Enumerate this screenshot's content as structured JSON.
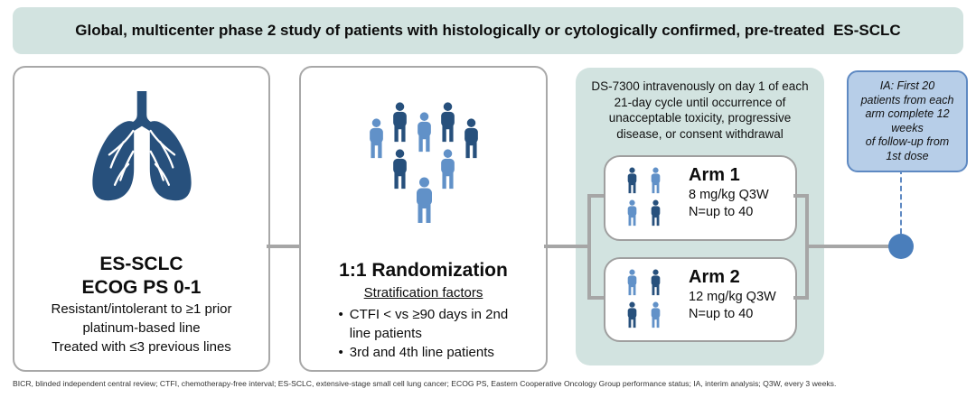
{
  "colors": {
    "teal_bg": "#d2e3e0",
    "dark_blue": "#27507c",
    "light_blue": "#6191c8",
    "ia_fill": "#b7cee8",
    "ia_border": "#5e89c2",
    "circle": "#4a7ebb",
    "connector_gray": "#a6a6a6"
  },
  "header": {
    "title": "Global, multicenter phase 2 study of patients with histologically or cytologically confirmed, pre-treated  ES-SCLC"
  },
  "patient_box": {
    "icon": "lungs-icon",
    "title_line1": "ES-SCLC",
    "title_line2": "ECOG PS 0-1",
    "body_lines": {
      "0": "Resistant/intolerant to ≥1 prior",
      "1": "platinum-based line",
      "2": "Treated with ≤3 previous lines"
    }
  },
  "randomization_box": {
    "icon": "people-group-icon",
    "title": "1:1 Randomization",
    "subtitle": "Stratification factors",
    "bullets": {
      "0": "CTFI < vs ≥90 days in 2nd line patients",
      "1": "3rd and 4th line patients"
    }
  },
  "treatment_panel": {
    "description_lines": {
      "0": "DS-7300 intravenously on day 1 of each",
      "1": "21-day cycle until occurrence of",
      "2": "unacceptable toxicity, progressive",
      "3": "disease, or consent withdrawal"
    },
    "arms": {
      "0": {
        "name": "Arm 1",
        "dose": "8 mg/kg Q3W",
        "n": "N=up to 40"
      },
      "1": {
        "name": "Arm 2",
        "dose": "12 mg/kg Q3W",
        "n": "N=up to 40"
      }
    }
  },
  "interim_analysis": {
    "lines": {
      "0": "IA: First 20",
      "1": "patients from each",
      "2": "arm complete 12",
      "3": "weeks",
      "4": "of follow-up from",
      "5": "1st dose"
    }
  },
  "footnote": "BICR, blinded independent central review; CTFI, chemotherapy-free interval; ES-SCLC, extensive-stage small cell lung cancer; ECOG PS, Eastern Cooperative Oncology Group performance status; IA, interim analysis; Q3W, every 3 weeks."
}
